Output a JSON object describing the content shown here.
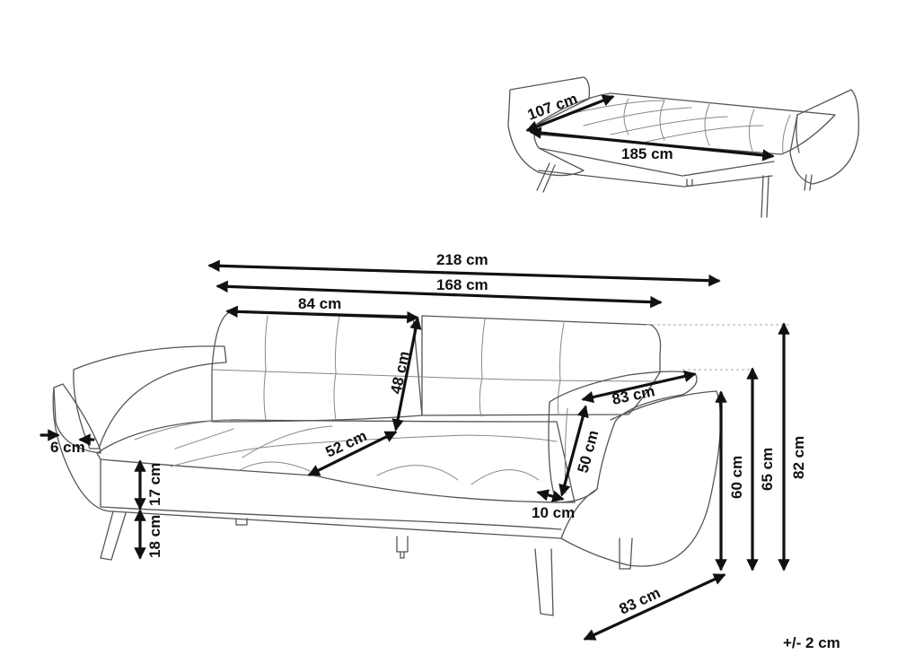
{
  "labels": {
    "small_depth": "107 cm",
    "small_length": "185 cm",
    "overall_width": "218 cm",
    "seat_width": "168 cm",
    "backrest_width": "84 cm",
    "backrest_height": "48 cm",
    "seat_depth": "52 cm",
    "armrest_length": "83 cm",
    "armrest_height": "50 cm",
    "armrest_thickness": "10 cm",
    "arm_gap": "6 cm",
    "seat_cushion": "17 cm",
    "leg_height": "18 cm",
    "seat_height": "60 cm",
    "arm_top_height": "65 cm",
    "total_height": "82 cm",
    "total_depth": "83 cm"
  },
  "tolerance": "+/- 2 cm"
}
